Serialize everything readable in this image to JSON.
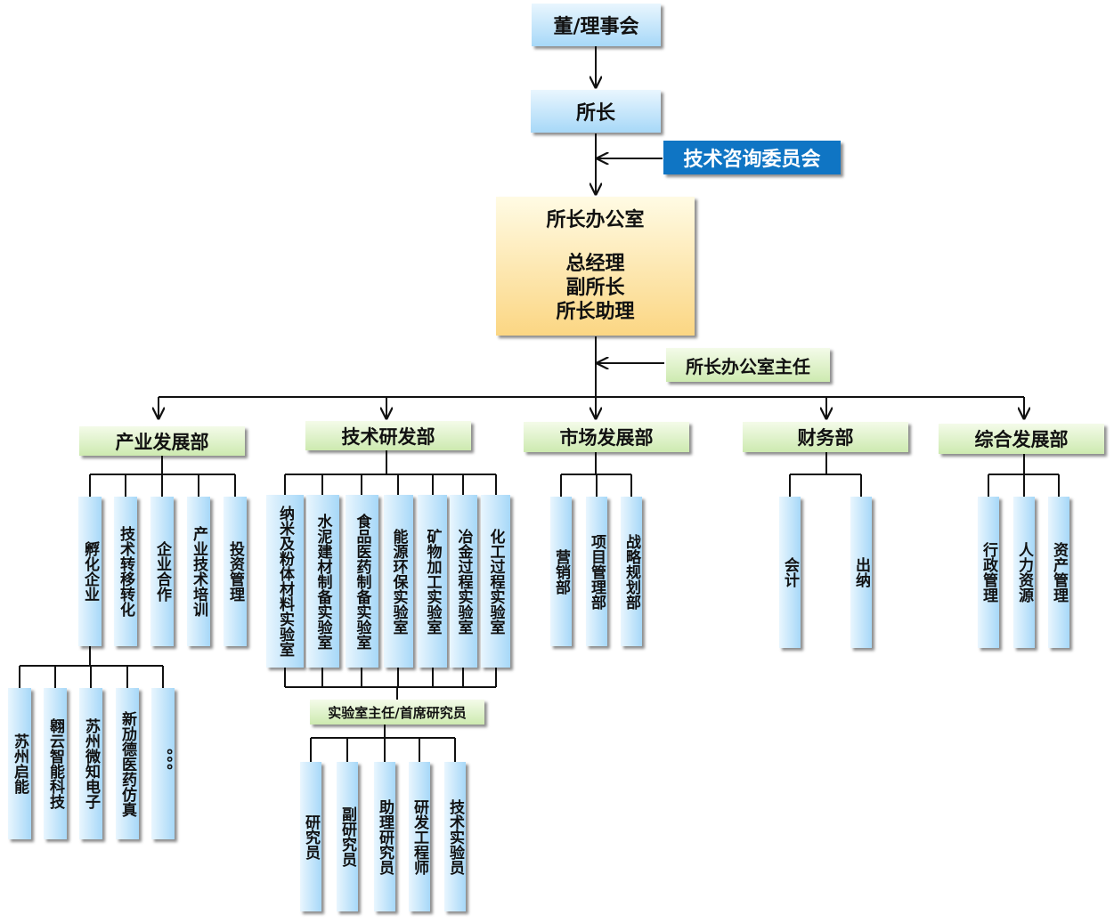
{
  "colors": {
    "line": "#111111",
    "accent_dark": "#0f75c4",
    "box_blue": "#a7d8f8",
    "box_green": "#cdeab0",
    "box_gold": "#fbd683"
  },
  "top": {
    "board": "董/理事会",
    "director": "所长",
    "advisory": "技术咨询委员会",
    "office_title": "所长办公室",
    "office_roles": [
      "总经理",
      "副所长",
      "所长助理"
    ],
    "office_head": "所长办公室主任"
  },
  "departments": {
    "industry": {
      "name": "产业发展部",
      "units": [
        "孵化企业",
        "技术转移转化",
        "企业合作",
        "产业技术培训",
        "投资管理"
      ],
      "incubated": [
        "苏州启能",
        "翱云智能科技",
        "苏州微知电子",
        "新劢德医药仿真",
        "。。。"
      ]
    },
    "rd": {
      "name": "技术研发部",
      "labs": [
        "纳米及粉体材料实验室",
        "水泥建材制备实验室",
        "食品医药制备实验室",
        "能源环保实验室",
        "矿物加工实验室",
        "冶金过程实验室",
        "化工过程实验室"
      ],
      "lab_head": "实验室主任/首席研究员",
      "researchers": [
        "研究员",
        "副研究员",
        "助理研究员",
        "研发工程师",
        "技术实验员"
      ]
    },
    "market": {
      "name": "市场发展部",
      "units": [
        "营销部",
        "项目管理部",
        "战略规划部"
      ]
    },
    "finance": {
      "name": "财务部",
      "units": [
        "会计",
        "出纳"
      ]
    },
    "general": {
      "name": "综合发展部",
      "units": [
        "行政管理",
        "人力资源",
        "资产管理"
      ]
    }
  }
}
